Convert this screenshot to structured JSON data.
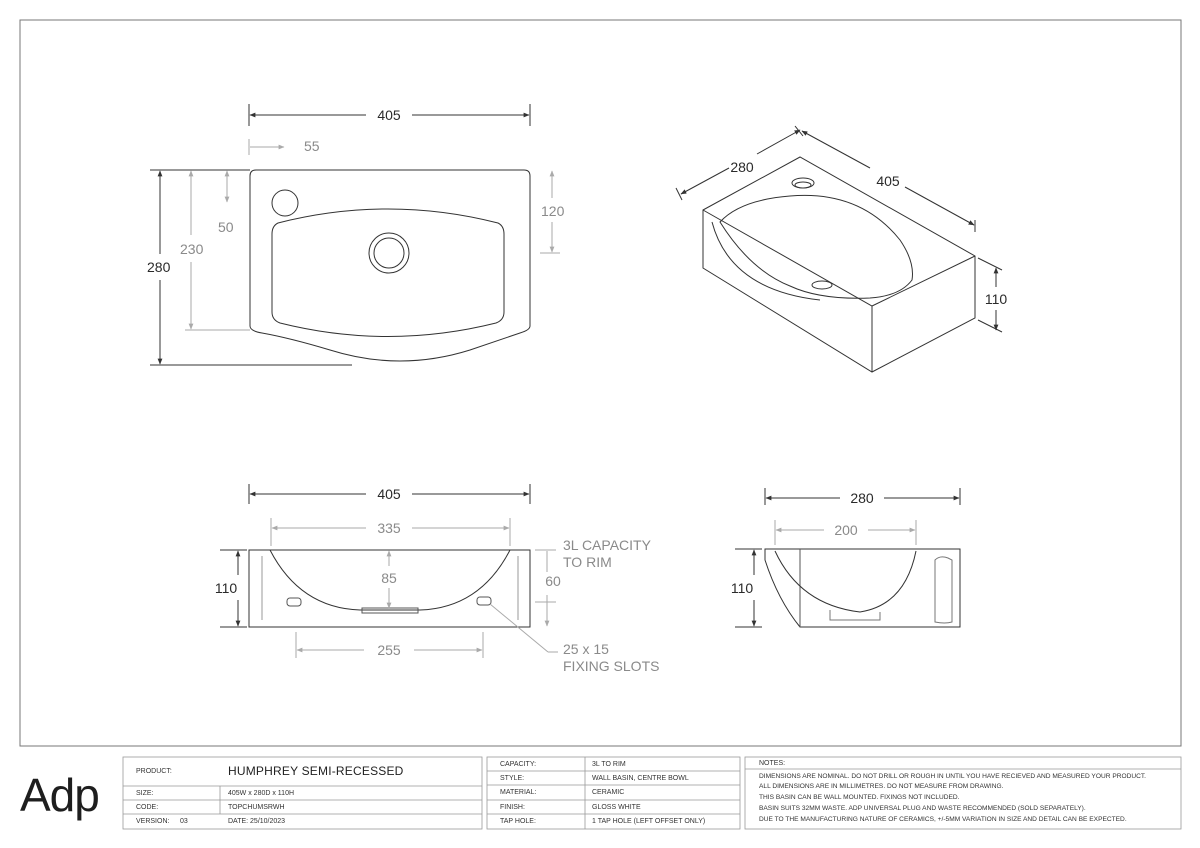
{
  "brand": {
    "logo_text": "Adp"
  },
  "top_view": {
    "width": "405",
    "tap_offset": "55",
    "tap_depth": "50",
    "waste_depth": "230",
    "right_depth": "120",
    "depth": "280"
  },
  "iso_view": {
    "depth": "280",
    "width": "405",
    "height": "110"
  },
  "front_view": {
    "width": "405",
    "bowl_width": "335",
    "height": "110",
    "bowl_depth": "85",
    "slot_height": "60",
    "slot_spacing": "255",
    "capacity_note": [
      "3L CAPACITY",
      "TO RIM"
    ],
    "slot_note": [
      "25 x 15",
      "FIXING SLOTS"
    ]
  },
  "side_view": {
    "depth": "280",
    "bowl_depth": "200",
    "height": "110"
  },
  "title_block": {
    "product_label": "PRODUCT:",
    "product_value": "HUMPHREY SEMI-RECESSED",
    "size_label": "SIZE:",
    "size_value": "405W x 280D x 110H",
    "code_label": "CODE:",
    "code_value": "TOPCHUMSRWH",
    "version_label": "VERSION:",
    "version_value": "03",
    "date_value": "DATE: 25/10/2023",
    "capacity_label": "CAPACITY:",
    "capacity_value": "3L TO RIM",
    "style_label": "STYLE:",
    "style_value": "WALL BASIN, CENTRE BOWL",
    "material_label": "MATERIAL:",
    "material_value": "CERAMIC",
    "finish_label": "FINISH:",
    "finish_value": "GLOSS WHITE",
    "taphole_label": "TAP HOLE:",
    "taphole_value": "1 TAP HOLE (LEFT OFFSET ONLY)",
    "notes_label": "NOTES:",
    "notes": [
      "DIMENSIONS ARE NOMINAL. DO NOT DRILL OR ROUGH IN UNTIL YOU HAVE RECIEVED AND MEASURED YOUR PRODUCT.",
      "ALL DIMENSIONS ARE IN MILLIMETRES. DO NOT MEASURE FROM DRAWING.",
      "THIS BASIN CAN BE WALL MOUNTED. FIXINGS NOT INCLUDED.",
      "BASIN SUITS 32MM WASTE. ADP UNIVERSAL PLUG AND WASTE RECOMMENDED (SOLD SEPARATELY).",
      "DUE TO THE MANUFACTURING NATURE OF CERAMICS, +/-5MM VARIATION IN SIZE AND DETAIL CAN BE EXPECTED."
    ]
  },
  "colors": {
    "line": "#333333",
    "dim_grey": "#9a9a9a",
    "text_grey": "#8a8a8a",
    "text_dark": "#2a2a2a"
  }
}
